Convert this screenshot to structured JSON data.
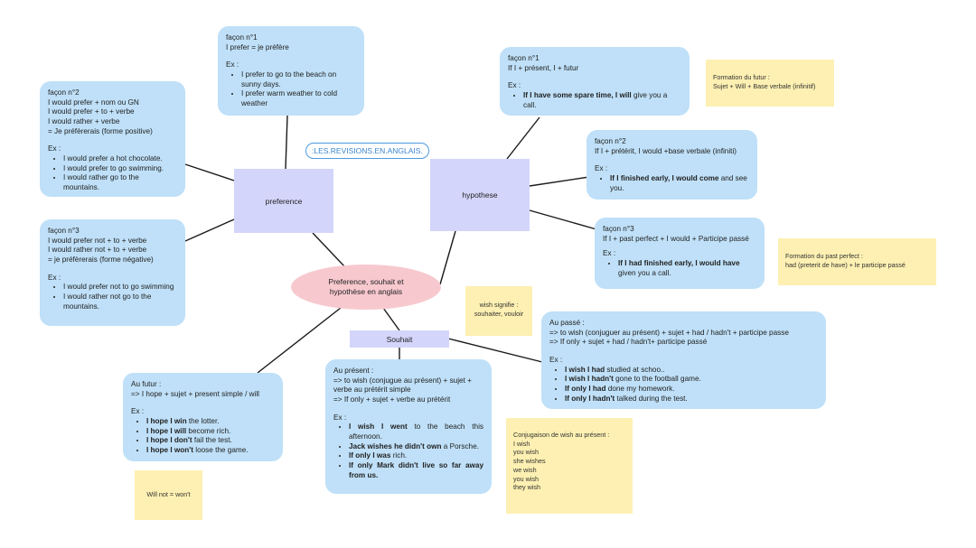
{
  "tag": ":LES.REVISIONS.EN.ANGLAIS.",
  "center": "Preference, souhait et hypothèse en anglais",
  "hubs": {
    "preference": "preference",
    "hypothese": "hypothese",
    "souhait": "Souhait"
  },
  "pref1": {
    "title": "façon n°1",
    "line": "I prefer = je préfère",
    "ex": "Ex :",
    "items": [
      "I prefer to go to the beach on sunny days.",
      "I prefer warm weather to cold weather"
    ]
  },
  "pref2": {
    "title": "façon n°2",
    "lines": [
      "I would prefer + nom ou GN",
      "I would prefer + to + verbe",
      "I would rather + verbe",
      " = Je préfèrerais (forme positive)"
    ],
    "ex": "Ex :",
    "items": [
      "I would prefer a hot chocolate.",
      "I would prefer to go swimming.",
      "I would rather go to the mountains."
    ]
  },
  "pref3": {
    "title": "façon n°3",
    "lines": [
      "I would prefer not + to + verbe",
      "I would rather not + to + verbe",
      "= je préfèrerais (forme négative)"
    ],
    "ex": "Ex :",
    "items": [
      "I would prefer not to go swimming",
      "I would rather not go to the mountains."
    ]
  },
  "hyp1": {
    "title": "façon n°1",
    "line": "If I + présent, I + futur",
    "ex": "Ex :",
    "item_bold": "If I have some spare time, I will",
    "item_rest": " give you a call."
  },
  "hyp2": {
    "title": "façon n°2",
    "line": "If I + prétérit, I would +base verbale (infiniti)",
    "ex": "Ex :",
    "item_bold": "If I finished early, I would come",
    "item_rest": " and see you."
  },
  "hyp3": {
    "title": "façon n°3",
    "line": "If I + past perfect + I would + Participe passé",
    "ex": "Ex :",
    "item_bold": "If I had finished early, I would have",
    "item_rest": " given you a call."
  },
  "futur": {
    "title": "Au futur :",
    "line": "=> I hope + sujet + present simple / will",
    "ex": "Ex :",
    "items": [
      {
        "b": "I hope I win",
        "r": " the lotter."
      },
      {
        "b": "I hope I will",
        "r": " become rich."
      },
      {
        "b": "I hope I don't",
        "r": " fail the test."
      },
      {
        "b": "I hope I won't",
        "r": " loose the game."
      }
    ]
  },
  "present": {
    "title": "Au présent :",
    "lines": [
      "=> to wish (conjugue au présent)  + sujet + verbe au prétérit simple",
      "=> If only + sujet + verbe au prétérit"
    ],
    "ex": "Ex :",
    "items": [
      {
        "b": "I wish I went",
        "r": " to the beach this afternoon."
      },
      {
        "b": "Jack wishes he didn't own",
        "r": " a Porsche."
      },
      {
        "b": "If only I was",
        "r": " rich."
      },
      {
        "b": "If only Mark didn't live so far away from us.",
        "r": ""
      }
    ]
  },
  "passe": {
    "title": "Au passé  :",
    "lines": [
      "=> to wish (conjuguer au présent)  + sujet + had / hadn't + participe passe",
      "=> If only + sujet + had / hadn't+ participe passé"
    ],
    "ex": "Ex :",
    "items": [
      {
        "b": "I wish I had",
        "r": " studied at schoo.."
      },
      {
        "b": "I wish I hadn't",
        "r": " gone to the football game."
      },
      {
        "b": "If only I had",
        "r": " done my homework."
      },
      {
        "b": "If only I hadn't",
        "r": " talked during the test."
      }
    ]
  },
  "notes": {
    "futur": [
      "Formation du futur :",
      "Sujet + Will + Base verbale (infinitif)"
    ],
    "pastperfect": [
      "Formation du past perfect :",
      "had (preterit de have) + le participe passé"
    ],
    "wish": [
      "wish signifie :",
      "souhaiter, vouloir"
    ],
    "willnot": [
      "Will not = won't"
    ],
    "conj": [
      "Conjugaison de wish au présent :",
      "I wish",
      "you wish",
      "she wishes",
      "we wish",
      "you wish",
      "they wish"
    ]
  }
}
